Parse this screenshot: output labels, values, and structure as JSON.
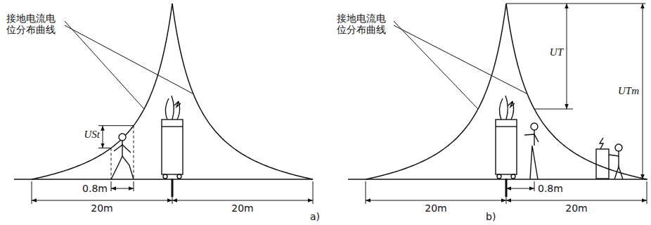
{
  "diagram": {
    "labels": [
      "接地电流电 位分布曲线",
      "USt",
      "0.8m",
      "20m",
      "20m",
      "a)",
      "接地电流电 位分布曲线",
      "UT",
      "UTm",
      "0.8m",
      "20m",
      "20m",
      "b)"
    ]
  }
}
